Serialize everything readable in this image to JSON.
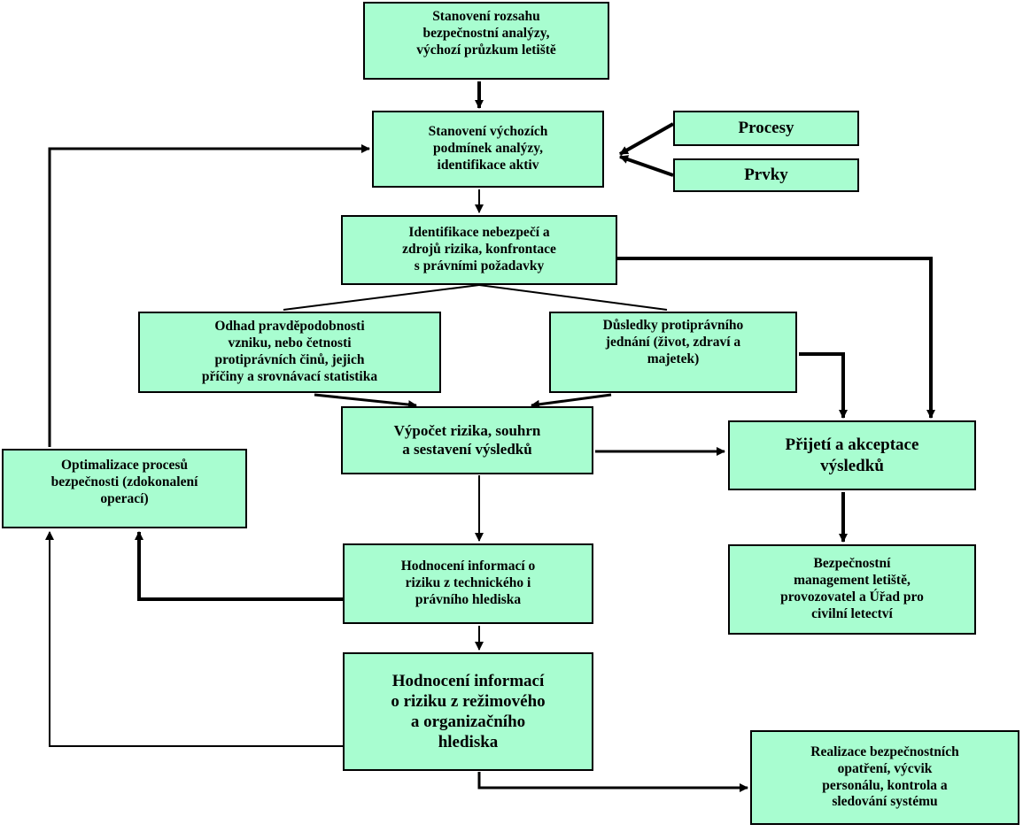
{
  "boxes": {
    "scope": "Stanovení rozsahu\nbezpečnostní analýzy,\nvýchozí průzkum letiště",
    "conditions": "Stanovení výchozích\npodmínek analýzy,\nidentifikace aktiv",
    "processes": "Procesy",
    "elements": "Prvky",
    "hazard_identification": "Identifikace nebezpečí a\nzdrojů rizika, konfrontace\ns právními požadavky",
    "probability_estimate": "Odhad pravděpodobnosti\nvzniku, nebo četnosti\nprotiprávních činů, jejich\npříčiny a srovnávací statistika",
    "consequences": "Důsledky protiprávního\njednání (život, zdraví a\nmajetek)",
    "risk_calculation": "Výpočet rizika, souhrn\na sestavení výsledků",
    "acceptance": "Přijetí a akceptace\nvýsledků",
    "optimization": "Optimalizace procesů\nbezpečnosti (zdokonalení\noperací)",
    "technical_legal_evaluation": "Hodnocení informací o\nriziku z technického  i\nprávního hlediska",
    "management": "Bezpečnostní\nmanagement letiště,\nprovozovatel a Úřad pro\ncivilní letectví",
    "regime_org_evaluation": "Hodnocení informací\no riziku z režimového\na organizačního\nhlediska",
    "implementation": "Realizace bezpečnostních\nopatření, výcvik\npersonálu, kontrola a\nsledování systému"
  },
  "colors": {
    "box_fill": "#a8fdd0",
    "line": "#000000"
  }
}
